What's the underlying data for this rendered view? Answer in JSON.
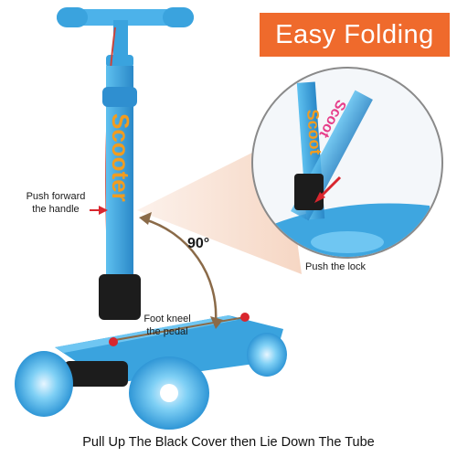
{
  "title": "Easy Folding",
  "labels": {
    "push_forward_line1": "Push forward",
    "push_forward_line2": "the handle",
    "foot_knee_line1": "Foot kneel",
    "foot_knee_line2": "the pedal",
    "push_lock": "Push the lock",
    "angle": "90°"
  },
  "stem_text": "Scooter",
  "caption": "Pull Up The Black Cover then Lie Down The Tube",
  "colors": {
    "title_bg": "#ef6a2c",
    "scooter_blue": "#3aa3de",
    "scooter_dark": "#1f6fb0",
    "arrow_red": "#d9262e",
    "annotation_brown": "#8a6a48"
  }
}
